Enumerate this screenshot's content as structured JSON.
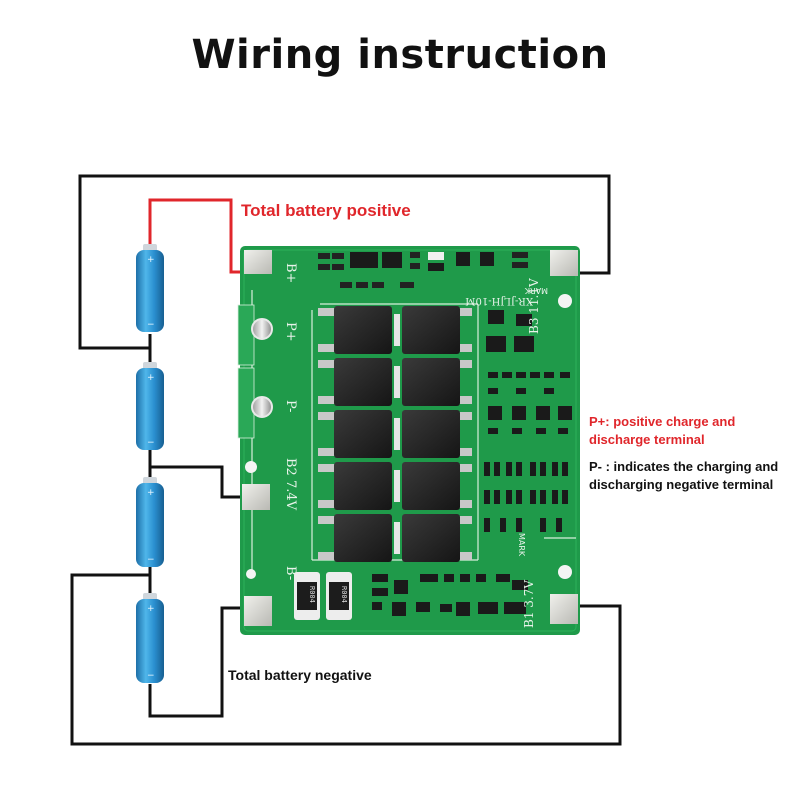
{
  "title": "Wiring instruction",
  "labels": {
    "total_positive": "Total battery positive",
    "total_negative": "Total battery negative",
    "p_plus_line1": "P+: positive charge and",
    "p_plus_line2": "discharge terminal",
    "p_minus_line1": "P- : indicates the charging and",
    "p_minus_line2": "discharging negative terminal"
  },
  "board": {
    "model": "XR-JLJH-10M",
    "mark_top": "MARK",
    "mark_bottom": "MARK",
    "pad_b_plus": "B+",
    "pad_p_plus": "P+",
    "pad_p_minus": "P-",
    "pad_b2": "B2 7.4V",
    "pad_b_minus": "B-",
    "pad_b3": "B3 11.1V",
    "pad_b1": "B1 3.7V",
    "resistor_1": "R004",
    "resistor_2": "R004"
  },
  "colors": {
    "pcb": "#1f9a4a",
    "wire_positive": "#e0262b",
    "wire": "#111111",
    "cell": "#2a8fd0"
  },
  "cells": [
    "cell-1",
    "cell-2",
    "cell-3",
    "cell-4"
  ]
}
